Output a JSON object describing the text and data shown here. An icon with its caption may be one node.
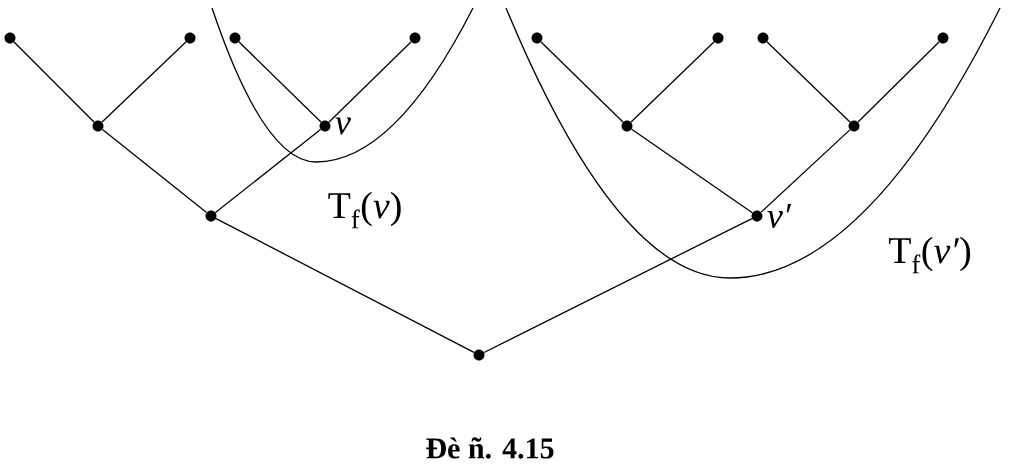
{
  "diagram": {
    "caption": "Đè ñ. 4.15",
    "nodes": [
      {
        "text": [],
        "shape": "circle"
      },
      {
        "text": [],
        "shape": "circle"
      },
      {
        "text": [],
        "shape": "circle"
      },
      {
        "text": [],
        "shape": "circle"
      },
      {
        "text": [],
        "shape": "circle"
      },
      {
        "text": [],
        "shape": "circle"
      },
      {
        "text": [],
        "shape": "circle"
      },
      {
        "text": [],
        "shape": "circle"
      },
      {
        "text": [],
        "shape": "circle"
      },
      {
        "text": [],
        "shape": "circle",
        "beside": [
          "v"
        ]
      },
      {
        "text": [],
        "shape": "circle"
      },
      {
        "text": [],
        "shape": "circle"
      },
      {
        "text": [],
        "shape": "circle"
      },
      {
        "text": [],
        "shape": "circle",
        "beside": [
          "v′"
        ]
      },
      {
        "text": [],
        "shape": "circle"
      }
    ],
    "edges": [
      {
        "from": 0,
        "to": 8,
        "arrow": "none"
      },
      {
        "from": 1,
        "to": 8,
        "arrow": "none"
      },
      {
        "from": 2,
        "to": 9,
        "arrow": "none"
      },
      {
        "from": 3,
        "to": 9,
        "arrow": "none"
      },
      {
        "from": 4,
        "to": 10,
        "arrow": "none"
      },
      {
        "from": 5,
        "to": 10,
        "arrow": "none"
      },
      {
        "from": 6,
        "to": 11,
        "arrow": "none"
      },
      {
        "from": 7,
        "to": 11,
        "arrow": "none"
      },
      {
        "from": 8,
        "to": 12,
        "arrow": "none"
      },
      {
        "from": 9,
        "to": 12,
        "arrow": "none"
      },
      {
        "from": 10,
        "to": 13,
        "arrow": "none"
      },
      {
        "from": 11,
        "to": 13,
        "arrow": "none"
      },
      {
        "from": 12,
        "to": 14,
        "arrow": "none"
      },
      {
        "from": 13,
        "to": 14,
        "arrow": "none"
      }
    ],
    "labels": [
      "T$_{f}$(*v*)",
      "T$_{f}$(*v′*)"
    ]
  }
}
